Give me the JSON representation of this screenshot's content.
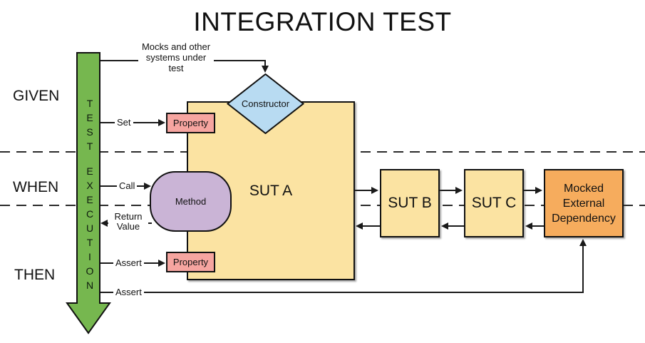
{
  "title": "INTEGRATION TEST",
  "phases": {
    "given": "GIVEN",
    "when": "WHEN",
    "then": "THEN"
  },
  "execution_arrow": {
    "word1": "TEST",
    "word2": "EXECUTION"
  },
  "annotation": {
    "line1": "Mocks and other",
    "line2": "systems under",
    "line3": "test"
  },
  "actions": {
    "set": "Set",
    "call": "Call",
    "return_line1": "Return",
    "return_line2": "Value",
    "assert_property": "Assert",
    "assert_mock": "Assert"
  },
  "nodes": {
    "constructor": "Constructor",
    "property_set": "Property",
    "method": "Method",
    "property_assert": "Property",
    "sut_a": "SUT A",
    "sut_b": "SUT B",
    "sut_c": "SUT C",
    "mocked_line1": "Mocked",
    "mocked_line2": "External",
    "mocked_line3": "Dependency"
  },
  "colors": {
    "execution_arrow_green": "#76b74f",
    "sut_yellow": "#fbe3a2",
    "mocked_orange": "#f6ac5d",
    "constructor_blue": "#b8dbf2",
    "property_pink": "#f6a5a0",
    "method_purple": "#cab4d6",
    "line_black": "#1a1a1a"
  }
}
